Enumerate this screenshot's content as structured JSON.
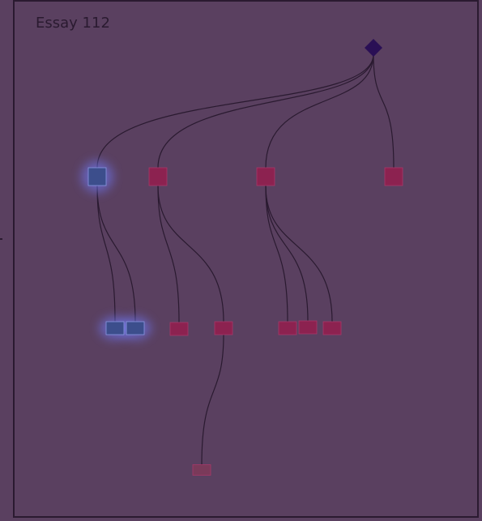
{
  "title": "Essay 112",
  "colors": {
    "background": "#5a4060",
    "frame": "#2a1a30",
    "edge": "#2a1a30",
    "root": "#2a0f55",
    "node_red": "#8c2250",
    "node_blue": "#3c4e8c",
    "node_faded": "#7a3a5a",
    "glow": "#6f7cff"
  },
  "tree": {
    "root": {
      "id": "root",
      "shape": "diamond"
    },
    "nodes": [
      {
        "id": "a",
        "parent": "root",
        "style": "blue-highlight"
      },
      {
        "id": "b",
        "parent": "root",
        "style": "red"
      },
      {
        "id": "c",
        "parent": "root",
        "style": "red"
      },
      {
        "id": "d",
        "parent": "root",
        "style": "red"
      },
      {
        "id": "a1",
        "parent": "a",
        "style": "blue-highlight"
      },
      {
        "id": "a2",
        "parent": "a",
        "style": "blue-highlight"
      },
      {
        "id": "b1",
        "parent": "b",
        "style": "red"
      },
      {
        "id": "b2",
        "parent": "b",
        "style": "red"
      },
      {
        "id": "c1",
        "parent": "c",
        "style": "red"
      },
      {
        "id": "c2",
        "parent": "c",
        "style": "red"
      },
      {
        "id": "c3",
        "parent": "c",
        "style": "red"
      },
      {
        "id": "b2a",
        "parent": "b2",
        "style": "faded"
      }
    ]
  }
}
